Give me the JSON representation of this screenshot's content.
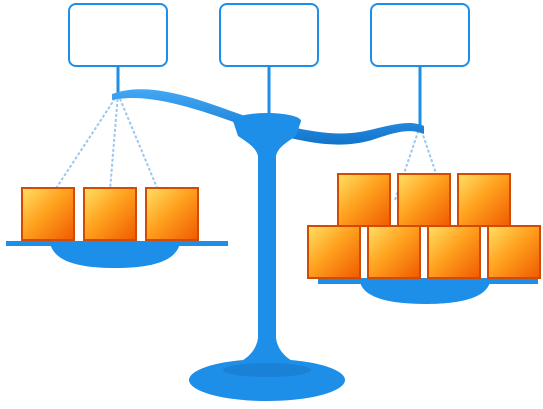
{
  "diagram": {
    "kind": "balance-scale",
    "labels": {
      "left": "",
      "center": "",
      "right": ""
    },
    "pans": {
      "left": {
        "block_count": 3,
        "rows": [
          3
        ]
      },
      "right": {
        "block_count": 7,
        "rows": [
          4,
          3
        ]
      }
    },
    "tilt": "right-side-heavier",
    "colors": {
      "scale": "#1e8fe8",
      "scale_dark": "#0f6fc4",
      "label_border": "#1e8fe8",
      "label_fill": "#ffffff",
      "block_light": "#ffe066",
      "block_mid": "#ff9a1f",
      "block_dark": "#f05a00",
      "block_border": "#d44a00",
      "chain": "#9cc8f0"
    }
  }
}
